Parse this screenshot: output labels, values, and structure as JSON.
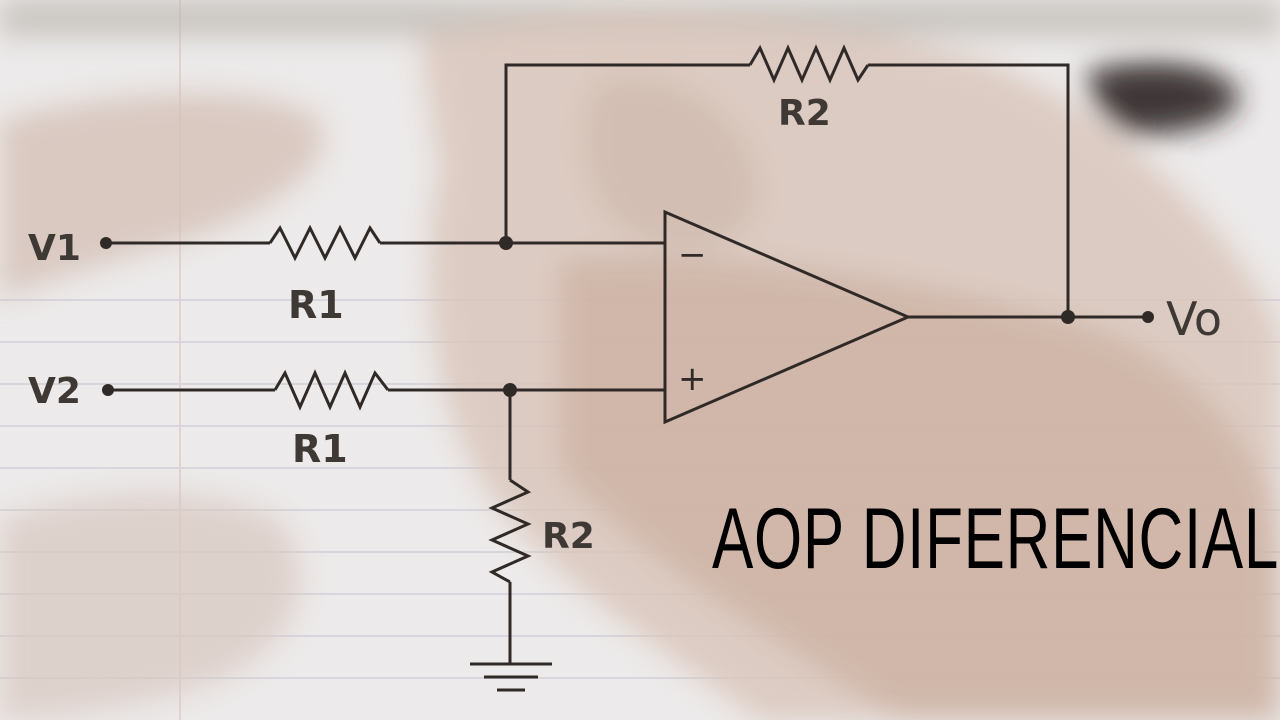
{
  "diagram": {
    "inputs": {
      "v1": "V1",
      "v2": "V2"
    },
    "output": "Vo",
    "resistors": {
      "r1_top": "R1",
      "r1_bottom": "R1",
      "r2_feedback": "R2",
      "r2_ground": "R2"
    },
    "opamp": {
      "inverting": "−",
      "noninverting": "+"
    }
  },
  "caption": "AOP DIFERENCIAL",
  "colors": {
    "wire": "#2f2a27",
    "label": "#3f3936",
    "caption": "#000000"
  }
}
